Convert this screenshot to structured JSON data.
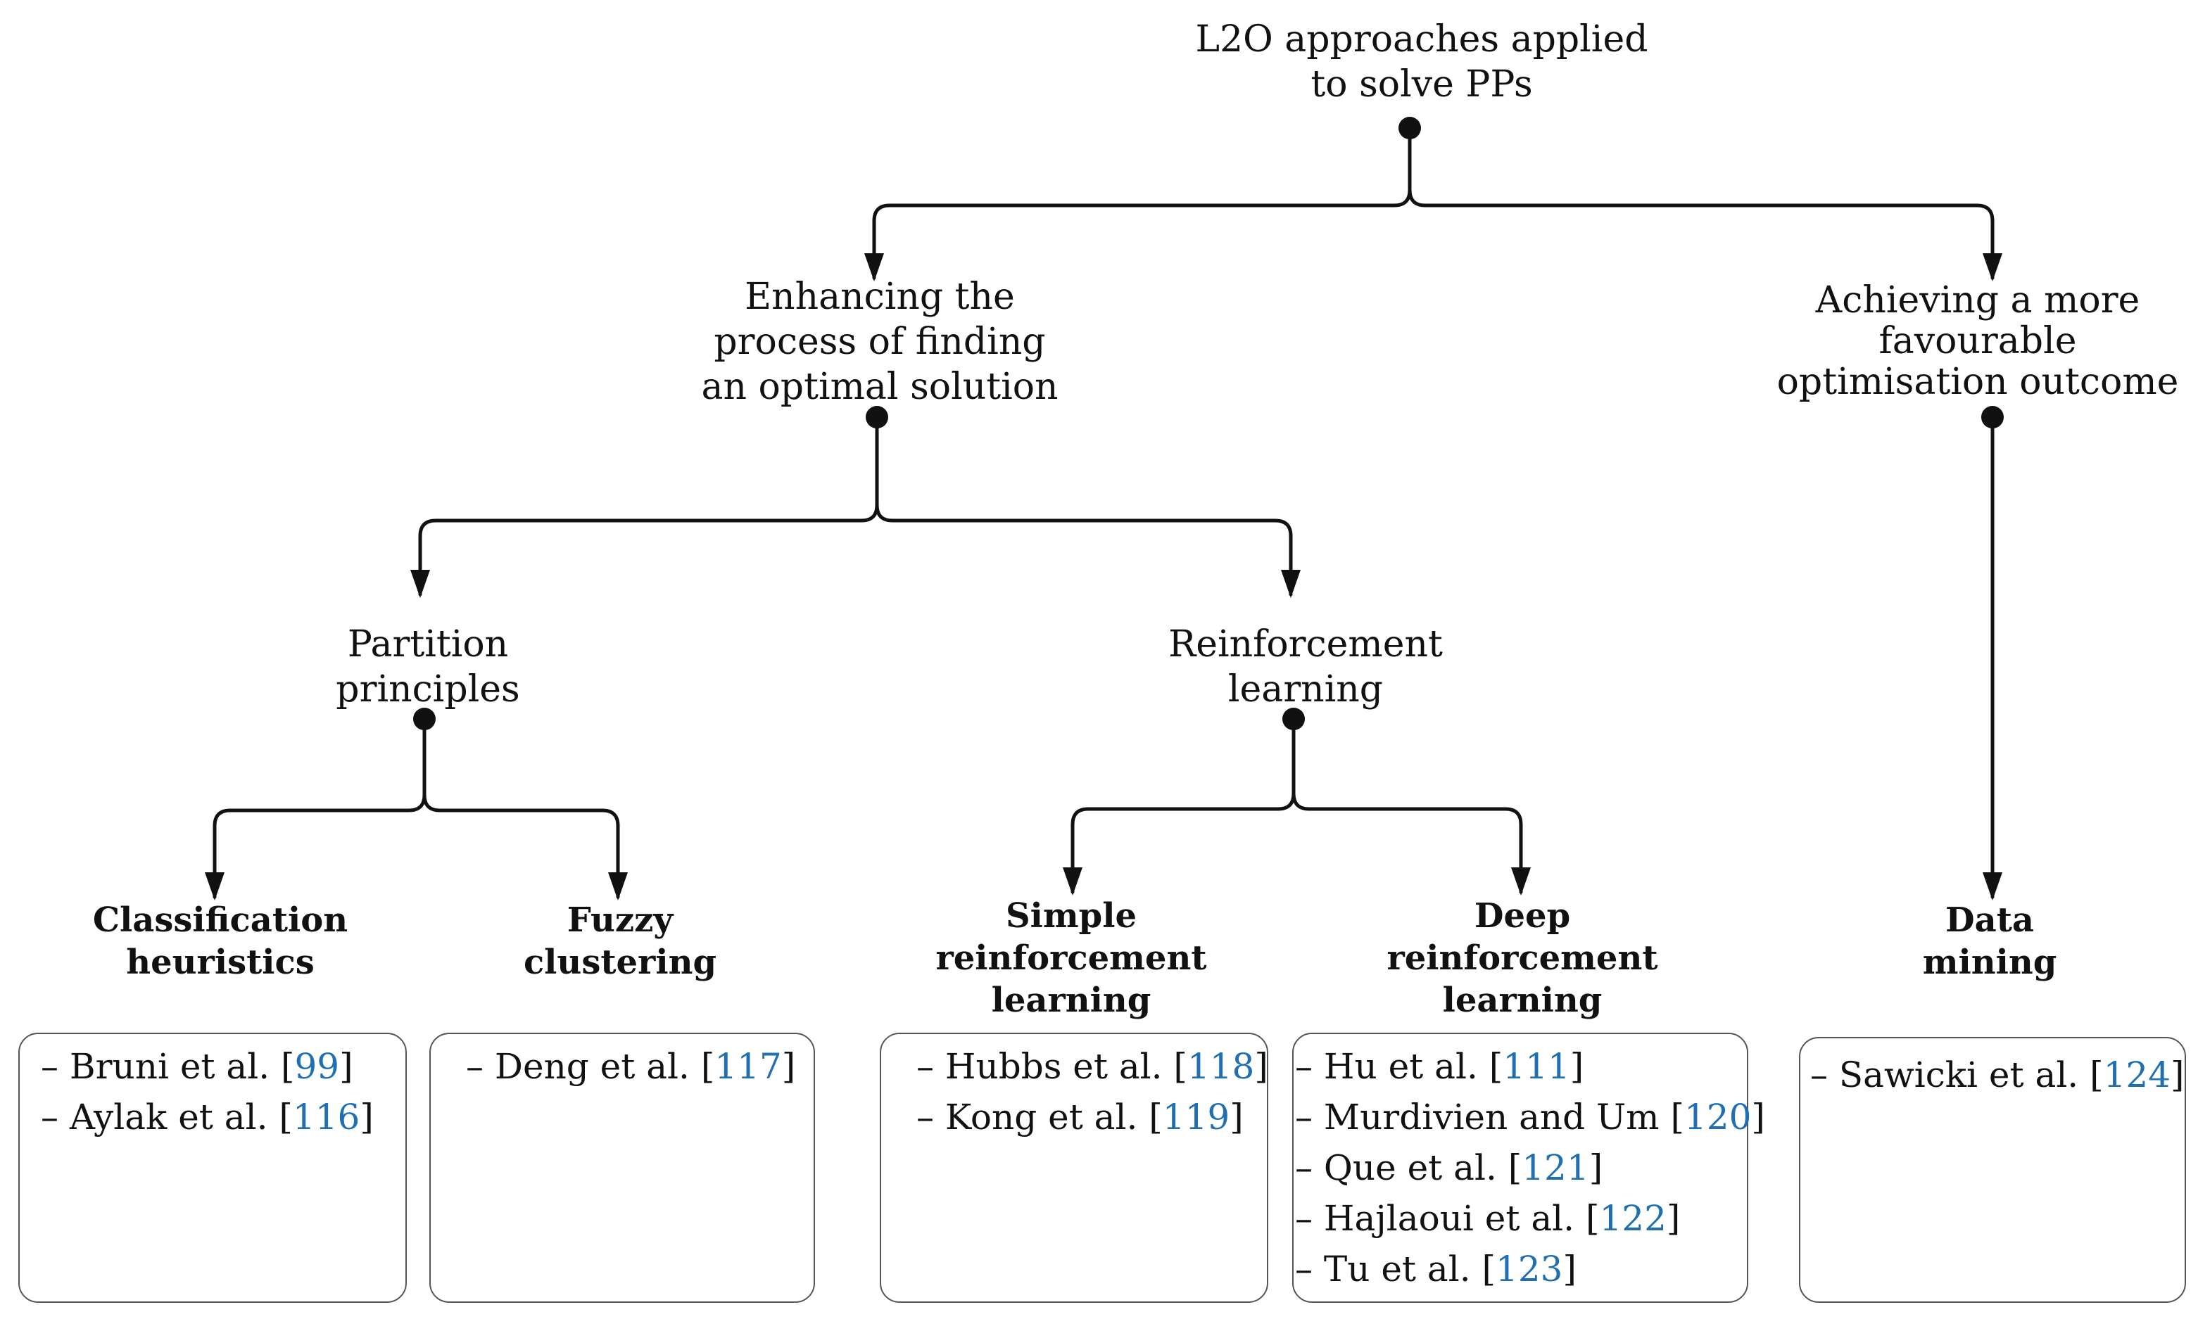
{
  "root": {
    "lines": [
      "L2O approaches applied",
      "to solve PPs"
    ]
  },
  "enhancing": {
    "lines": [
      "Enhancing the",
      "process of finding",
      "an optimal solution"
    ]
  },
  "achieving": {
    "lines": [
      "Achieving a more",
      "favourable",
      "optimisation outcome"
    ]
  },
  "partition": {
    "lines": [
      "Partition",
      "principles"
    ]
  },
  "reinforcement": {
    "lines": [
      "Reinforcement",
      "learning"
    ]
  },
  "leaves": {
    "classification": {
      "lines": [
        "Classification",
        "heuristics"
      ]
    },
    "fuzzy": {
      "lines": [
        "Fuzzy",
        "clustering"
      ]
    },
    "simple_rl": {
      "lines": [
        "Simple",
        "reinforcement",
        "learning"
      ]
    },
    "deep_rl": {
      "lines": [
        "Deep",
        "reinforcement",
        "learning"
      ]
    },
    "data_mining": {
      "lines": [
        "Data",
        "mining"
      ]
    }
  },
  "refs": {
    "classification": [
      {
        "text": "– Bruni et al. [",
        "cite": "99",
        "close": "]"
      },
      {
        "text": "– Aylak et al. [",
        "cite": "116",
        "close": "]"
      }
    ],
    "fuzzy": [
      {
        "text": "– Deng et al. [",
        "cite": "117",
        "close": "]"
      }
    ],
    "simple_rl": [
      {
        "text": "– Hubbs et al. [",
        "cite": "118",
        "close": "]"
      },
      {
        "text": "– Kong et al. [",
        "cite": "119",
        "close": "]"
      }
    ],
    "deep_rl": [
      {
        "text": "– Hu et al. [",
        "cite": "111",
        "close": "]"
      },
      {
        "text": "– Murdivien and Um [",
        "cite": "120",
        "close": "]"
      },
      {
        "text": "– Que et al. [",
        "cite": "121",
        "close": "]"
      },
      {
        "text": "– Hajlaoui et al. [",
        "cite": "122",
        "close": "]"
      },
      {
        "text": "– Tu et al. [",
        "cite": "123",
        "close": "]"
      }
    ],
    "data_mining": [
      {
        "text": "– Sawicki et al. [",
        "cite": "124",
        "close": "]"
      }
    ]
  },
  "colors": {
    "citation": "#1f6fb2",
    "line": "#111111",
    "box_border": "#555555"
  }
}
